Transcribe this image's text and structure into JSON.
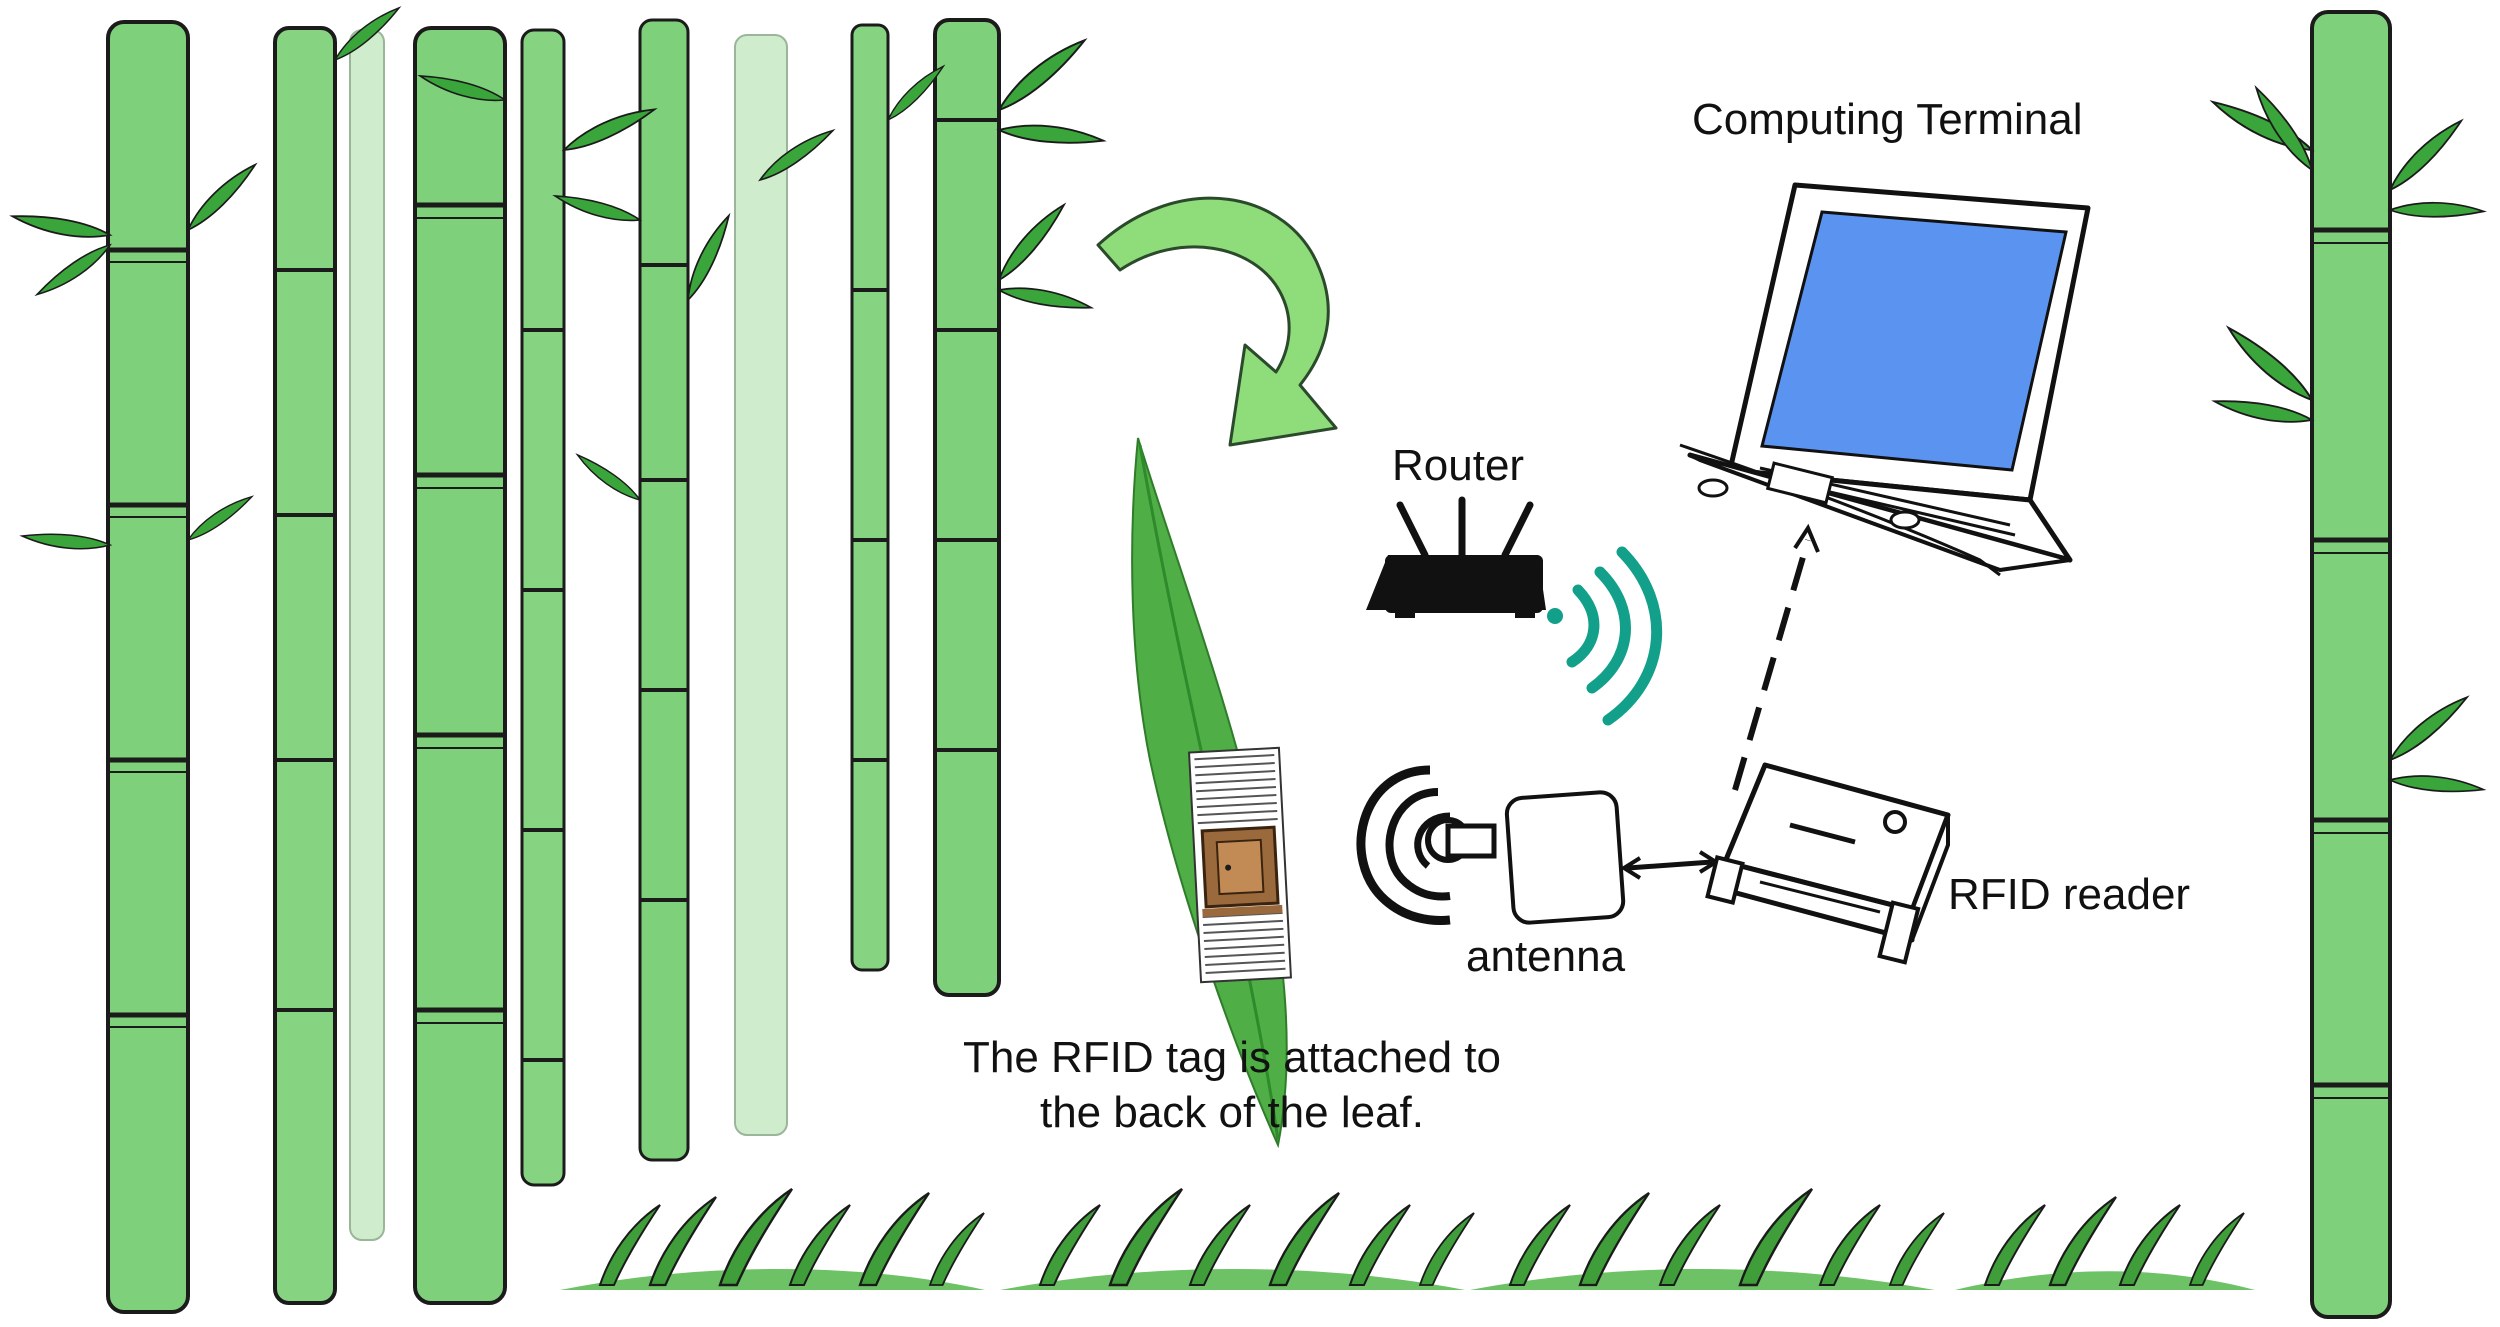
{
  "labels": {
    "computing_terminal": "Computing Terminal",
    "router": "Router",
    "antenna": "antenna",
    "rfid_reader": "RFID reader",
    "caption_line1": "The RFID tag is attached to",
    "caption_line2": "the back of the leaf."
  },
  "colors": {
    "bamboo_fill": "#7ed07a",
    "bamboo_light": "#a9dea4",
    "bamboo_outline": "#1b1b1b",
    "leaf_dark": "#2f9c2f",
    "leaf_mid": "#4fae45",
    "grass": "#6cc265",
    "arrow_fill": "#8fdc7a",
    "arrow_outline": "#2b4a2b",
    "wifi": "#12a08a",
    "screen_blue": "#5b94f0",
    "tag_copper": "#9b6a3c",
    "ink": "#111111"
  },
  "icons": [
    "bamboo-stalk",
    "bamboo-leaf",
    "curved-arrow-icon",
    "leaf",
    "rfid-tag-icon",
    "router-icon",
    "wifi-signal-icon",
    "laptop-icon",
    "antenna-icon",
    "signal-emitter-icon",
    "rfid-reader-icon",
    "grass-patch"
  ]
}
